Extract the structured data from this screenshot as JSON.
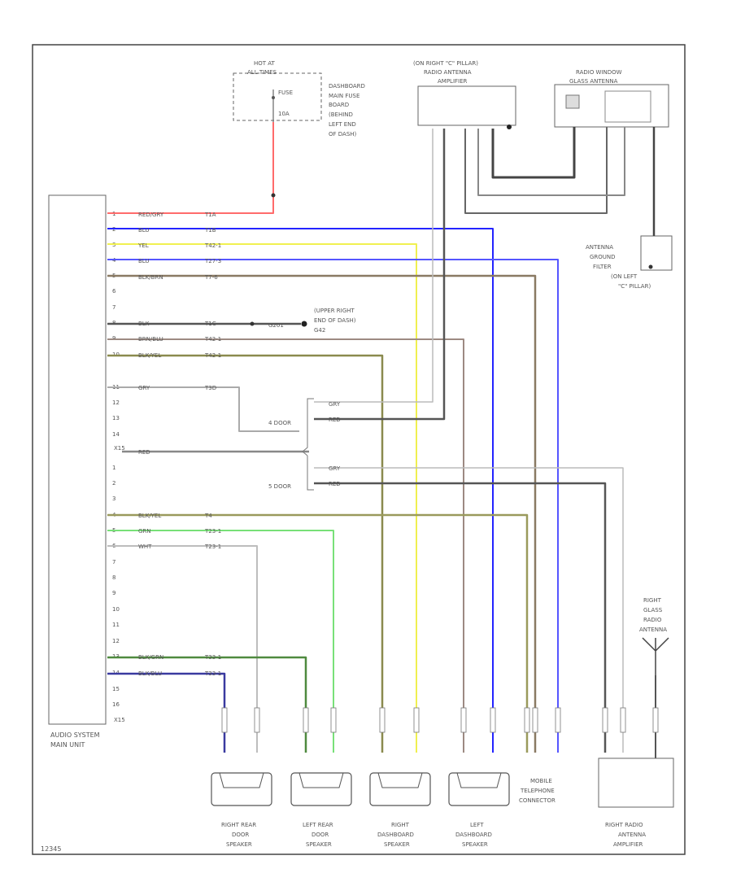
{
  "diagram": {
    "id_code": "12345",
    "main_unit": {
      "label": [
        "AUDIO SYSTEM",
        "MAIN UNIT"
      ]
    },
    "pins": [
      "1",
      "2",
      "3",
      "4",
      "5",
      "6",
      "7",
      "8",
      "9",
      "10",
      "11",
      "12",
      "13",
      "14",
      "X15",
      "1",
      "2",
      "3",
      "4",
      "5",
      "6",
      "7",
      "8",
      "9",
      "10",
      "11",
      "12",
      "13",
      "14",
      "15",
      "16",
      "X15"
    ],
    "fuse_box": {
      "header": [
        "HOT AT",
        "ALL TIMES"
      ],
      "fuse": "FUSE",
      "amp": "10A",
      "label": [
        "DASHBOARD",
        "MAIN FUSE",
        "BOARD",
        "(BEHIND",
        "LEFT END",
        "OF DASH)"
      ]
    },
    "amp_cpillar": {
      "label": [
        "(ON RIGHT \"C\" PILLAR)",
        "RADIO ANTENNA",
        "AMPLIFIER"
      ]
    },
    "window_antenna": {
      "label": [
        "RADIO WINDOW",
        "GLASS ANTENNA"
      ]
    },
    "ground_filter": {
      "label": [
        "ANTENNA",
        "GROUND",
        "FILTER",
        "(ON LEFT",
        "\"C\" PILLAR)"
      ]
    },
    "ground_point": {
      "id": "G201",
      "label": [
        "(UPPER RIGHT",
        "END OF DASH)",
        "G42"
      ]
    },
    "door_labels": {
      "four": "4 DOOR",
      "five": "5 DOOR"
    },
    "glass_antenna": {
      "label": [
        "RIGHT",
        "GLASS",
        "RADIO",
        "ANTENNA"
      ]
    },
    "wires": [
      {
        "color_code": "RED/GRY",
        "circuit": "T1A",
        "hex": "#ff6b6b"
      },
      {
        "color_code": "BLU",
        "circuit": "T1B",
        "hex": "#2323ff"
      },
      {
        "color_code": "YEL",
        "circuit": "T42-1",
        "hex": "#f0f050"
      },
      {
        "color_code": "BLU",
        "circuit": "T27-3",
        "hex": "#5555ff"
      },
      {
        "color_code": "BLK/BRN",
        "circuit": "T7-6",
        "hex": "#8a7a63"
      },
      {
        "color_code": "BLK",
        "circuit": "T1C",
        "hex": "#555555"
      },
      {
        "color_code": "BRN/BLU",
        "circuit": "T42-1",
        "hex": "#9d8a82"
      },
      {
        "color_code": "BLK/YEL",
        "circuit": "T42-1",
        "hex": "#8a8a4e"
      },
      {
        "color_code": "GRY",
        "circuit": "T3D",
        "hex": "#aaaaaa"
      },
      {
        "color_code": "RED",
        "circuit": "",
        "hex": "#888888"
      },
      {
        "color_code": "BLK/YEL",
        "circuit": "T4",
        "hex": "#9a9a5c"
      },
      {
        "color_code": "GRN",
        "circuit": "T23-1",
        "hex": "#78e078"
      },
      {
        "color_code": "WHT",
        "circuit": "T23-1",
        "hex": "#bdbdbd"
      },
      {
        "color_code": "BLK/GRN",
        "circuit": "T33-1",
        "hex": "#4f8a3f"
      },
      {
        "color_code": "BLK/BLU",
        "circuit": "T33-1",
        "hex": "#3a3aa0"
      }
    ],
    "harness_labels": [
      "GRY",
      "RED",
      "GRY",
      "RED"
    ],
    "speakers": [
      {
        "label": [
          "RIGHT REAR",
          "DOOR",
          "SPEAKER"
        ]
      },
      {
        "label": [
          "LEFT REAR",
          "DOOR",
          "SPEAKER"
        ]
      },
      {
        "label": [
          "RIGHT",
          "DASHBOARD",
          "SPEAKER"
        ]
      },
      {
        "label": [
          "LEFT",
          "DASHBOARD",
          "SPEAKER"
        ]
      }
    ],
    "phone": {
      "label": [
        "MOBILE",
        "TELEPHONE",
        "CONNECTOR"
      ]
    },
    "right_amp": {
      "label": [
        "RIGHT RADIO",
        "ANTENNA",
        "AMPLIFIER"
      ]
    }
  }
}
